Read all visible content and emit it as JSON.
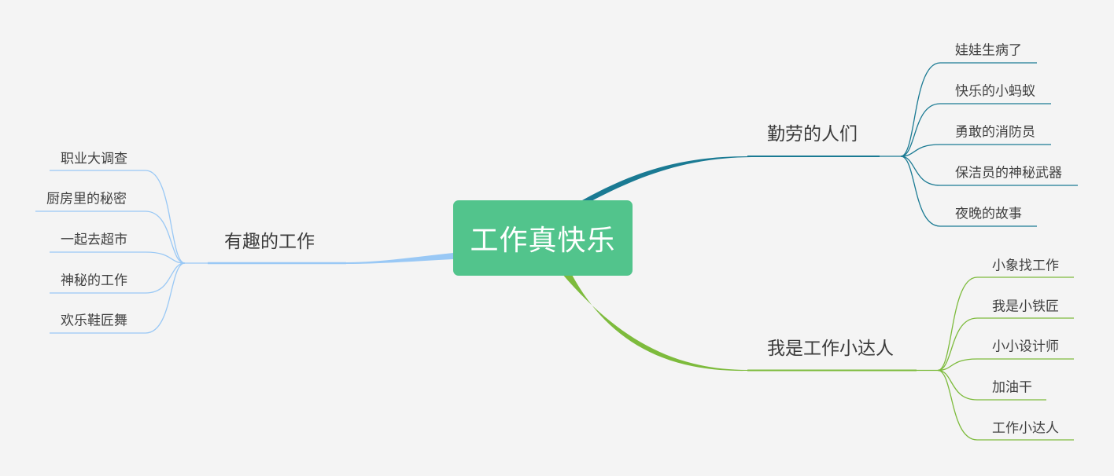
{
  "root": {
    "label": "工作真快乐",
    "color": "#52c48c"
  },
  "branches": {
    "workers": {
      "label": "勤劳的人们",
      "color": "#1a7a93",
      "items": [
        "娃娃生病了",
        "快乐的小蚂蚁",
        "勇敢的消防员",
        "保洁员的神秘武器",
        "夜晚的故事"
      ]
    },
    "expert": {
      "label": "我是工作小达人",
      "color": "#7dbb3c",
      "items": [
        "小象找工作",
        "我是小铁匠",
        "小小设计师",
        "加油干",
        "工作小达人"
      ]
    },
    "fun": {
      "label": "有趣的工作",
      "color": "#99c8f5",
      "items": [
        "职业大调查",
        "厨房里的秘密",
        "一起去超市",
        "神秘的工作",
        "欢乐鞋匠舞"
      ]
    }
  }
}
